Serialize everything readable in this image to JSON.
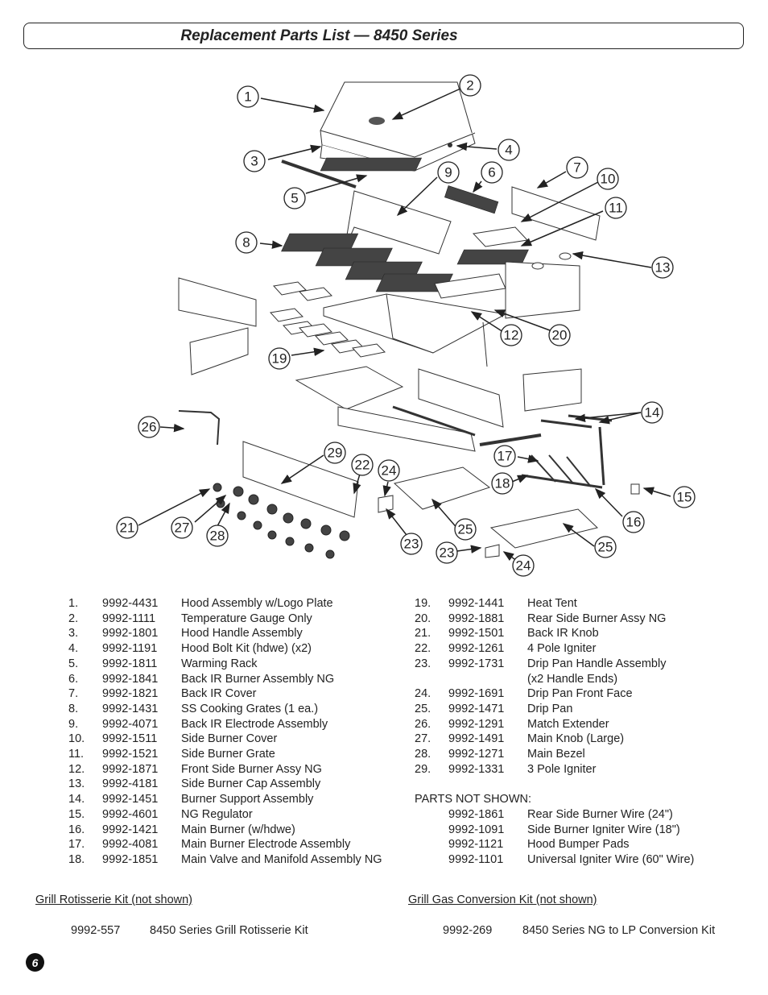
{
  "title": "Replacement Parts List — 8450 Series",
  "callouts": [
    "1",
    "2",
    "3",
    "4",
    "5",
    "6",
    "7",
    "8",
    "9",
    "10",
    "11",
    "12",
    "13",
    "14",
    "15",
    "16",
    "17",
    "18",
    "19",
    "20",
    "21",
    "22",
    "23",
    "24",
    "25",
    "26",
    "27",
    "28",
    "29"
  ],
  "callouts_dup": {
    "c23b": "23",
    "c24b": "24",
    "c25b": "25"
  },
  "parts_left": [
    {
      "num": "1.",
      "part": "9992-4431",
      "desc": "Hood Assembly w/Logo Plate"
    },
    {
      "num": "2.",
      "part": "9992-1111",
      "desc": "Temperature Gauge Only"
    },
    {
      "num": "3.",
      "part": "9992-1801",
      "desc": "Hood Handle Assembly"
    },
    {
      "num": "4.",
      "part": "9992-1191",
      "desc": "Hood Bolt Kit (hdwe) (x2)"
    },
    {
      "num": "5.",
      "part": "9992-1811",
      "desc": "Warming Rack"
    },
    {
      "num": "6.",
      "part": "9992-1841",
      "desc": "Back IR Burner Assembly NG"
    },
    {
      "num": "7.",
      "part": "9992-1821",
      "desc": "Back IR Cover"
    },
    {
      "num": "8.",
      "part": "9992-1431",
      "desc": "SS Cooking Grates (1 ea.)"
    },
    {
      "num": "9.",
      "part": "9992-4071",
      "desc": "Back IR Electrode Assembly"
    },
    {
      "num": "10.",
      "part": "9992-1511",
      "desc": "Side Burner Cover"
    },
    {
      "num": "11.",
      "part": "9992-1521",
      "desc": "Side Burner Grate"
    },
    {
      "num": "12.",
      "part": "9992-1871",
      "desc": "Front Side Burner Assy NG"
    },
    {
      "num": "13.",
      "part": "9992-4181",
      "desc": "Side Burner Cap Assembly"
    },
    {
      "num": "14.",
      "part": "9992-1451",
      "desc": "Burner Support Assembly"
    },
    {
      "num": "15.",
      "part": "9992-4601",
      "desc": "NG Regulator"
    },
    {
      "num": "16.",
      "part": "9992-1421",
      "desc": "Main Burner (w/hdwe)"
    },
    {
      "num": "17.",
      "part": "9992-4081",
      "desc": "Main Burner Electrode Assembly"
    },
    {
      "num": "18.",
      "part": "9992-1851",
      "desc": "Main Valve and Manifold Assembly NG"
    }
  ],
  "parts_right": [
    {
      "num": "19.",
      "part": "9992-1441",
      "desc": "Heat Tent"
    },
    {
      "num": "20.",
      "part": "9992-1881",
      "desc": "Rear Side Burner Assy NG"
    },
    {
      "num": "21.",
      "part": "9992-1501",
      "desc": "Back IR Knob"
    },
    {
      "num": "22.",
      "part": "9992-1261",
      "desc": "4 Pole Igniter"
    },
    {
      "num": "23.",
      "part": "9992-1731",
      "desc": "Drip Pan Handle Assembly"
    }
  ],
  "parts_right_cont": "(x2 Handle Ends)",
  "parts_right_2": [
    {
      "num": "24.",
      "part": "9992-1691",
      "desc": "Drip Pan Front Face"
    },
    {
      "num": "25.",
      "part": "9992-1471",
      "desc": "Drip Pan"
    },
    {
      "num": "26.",
      "part": "9992-1291",
      "desc": "Match Extender"
    },
    {
      "num": "27.",
      "part": "9992-1491",
      "desc": "Main Knob (Large)"
    },
    {
      "num": "28.",
      "part": "9992-1271",
      "desc": "Main Bezel"
    },
    {
      "num": "29.",
      "part": "9992-1331",
      "desc": "3 Pole Igniter"
    }
  ],
  "not_shown_title": "PARTS NOT SHOWN:",
  "not_shown": [
    {
      "part": "9992-1861",
      "desc": "Rear Side Burner Wire (24\")"
    },
    {
      "part": "9992-1091",
      "desc": "Side Burner Igniter Wire (18\")"
    },
    {
      "part": "9992-1121",
      "desc": "Hood Bumper Pads"
    },
    {
      "part": "9992-1101",
      "desc": "Universal Igniter Wire (60\" Wire)"
    }
  ],
  "rotisserie": {
    "title": "Grill Rotisserie Kit (not shown)",
    "part": "9992-557",
    "desc": "8450 Series Grill Rotisserie Kit"
  },
  "conversion": {
    "title": "Grill Gas Conversion Kit (not shown)",
    "part": "9992-269",
    "desc": "8450 Series NG to LP Conversion Kit"
  },
  "page_number": "6"
}
